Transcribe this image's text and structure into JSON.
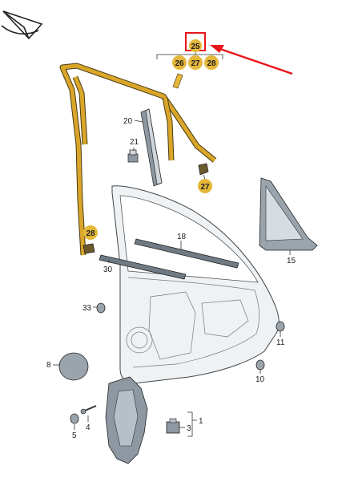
{
  "callouts": {
    "c1": "1",
    "c3": "3",
    "c4": "4",
    "c5": "5",
    "c8": "8",
    "c10": "10",
    "c11": "11",
    "c15": "15",
    "c18": "18",
    "c20": "20",
    "c21": "21",
    "c30": "30",
    "c33": "33"
  },
  "badges": {
    "b25": "25",
    "b26": "26",
    "b27a": "27",
    "b28a": "28",
    "b27b": "27",
    "b28b": "28"
  },
  "colors": {
    "highlight_box": "#e8161b",
    "arrow": "#e8161b",
    "badge": "#e5b83a",
    "seal": "#d9a62a"
  },
  "icons": {
    "logo": "paper-plane-logo"
  }
}
